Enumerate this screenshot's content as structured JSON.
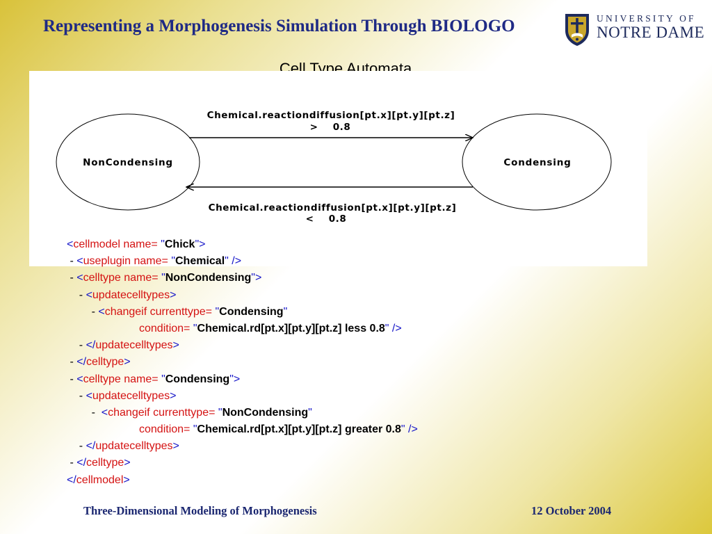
{
  "slide_title": "Representing a Morphogenesis Simulation Through BIOLOGO",
  "logo": {
    "line1": "UNIVERSITY OF",
    "line2": "NOTRE DAME"
  },
  "subtitle": "Cell Type Automata",
  "diagram": {
    "state_left": "NonCondensing",
    "state_right": "Condensing",
    "top_label_line1": "Chemical.reactiondiffusion[pt.x][pt.y][pt.z]",
    "top_label_line2": ">    0.8",
    "bottom_label_line1": "Chemical.reactiondiffusion[pt.x][pt.y][pt.z]",
    "bottom_label_line2": "<    0.8"
  },
  "code": {
    "l1": {
      "p1": "<",
      "p2": "cellmodel name=",
      "p3": " \"",
      "val": "Chick",
      "p4": "\">"
    },
    "l2": {
      "dash": " - ",
      "p1": "<",
      "p2": "useplugin name=",
      "p3": " \"",
      "val": "Chemical",
      "p4": "\" />"
    },
    "l3": {
      "dash": " - ",
      "p1": "<",
      "p2": "celltype name=",
      "p3": " \"",
      "val": "NonCondensing",
      "p4": "\">"
    },
    "l4": {
      "dash": "    - ",
      "p1": "<",
      "p2": "updatecelltypes",
      "p3": ">"
    },
    "l5": {
      "dash": "        - ",
      "p1": "<",
      "p2": "changeif currenttype=",
      "p3": " \"",
      "val": "Condensing",
      "p4": "\""
    },
    "l6": {
      "p2": "condition=",
      "p3": " \"",
      "val": "Chemical.rd[pt.x][pt.y][pt.z] less 0.8",
      "p4": "\" />"
    },
    "l7": {
      "dash": "    - ",
      "p1": "</",
      "p2": "updatecelltypes",
      "p3": ">"
    },
    "l8": {
      "dash": " - ",
      "p1": "</",
      "p2": "celltype",
      "p3": ">"
    },
    "l9": {
      "dash": " - ",
      "p1": "<",
      "p2": "celltype name=",
      "p3": " \"",
      "val": "Condensing",
      "p4": "\">"
    },
    "l10": {
      "dash": "    - ",
      "p1": "<",
      "p2": "updatecelltypes",
      "p3": ">"
    },
    "l11": {
      "dash": "        -  ",
      "p1": "<",
      "p2": "changeif currenttype=",
      "p3": " \"",
      "val": "NonCondensing",
      "p4": "\""
    },
    "l12": {
      "p2": "condition=",
      "p3": " \"",
      "val": "Chemical.rd[pt.x][pt.y][pt.z] greater 0.8",
      "p4": "\" />"
    },
    "l13": {
      "dash": "    - ",
      "p1": "</",
      "p2": "updatecelltypes",
      "p3": ">"
    },
    "l14": {
      "dash": " - ",
      "p1": "</",
      "p2": "celltype",
      "p3": ">"
    },
    "l15": {
      "p1": "</",
      "p2": "cellmodel",
      "p3": ">"
    }
  },
  "footer": {
    "left": "Three-Dimensional Modeling of Morphogenesis",
    "right": "12 October 2004"
  },
  "colors": {
    "title": "#1f2a85",
    "tag": "#1515c8",
    "attribute": "#d41212",
    "gradient_gold": "#d9c23a"
  }
}
